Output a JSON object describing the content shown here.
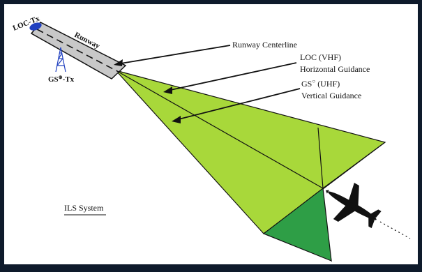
{
  "labels": {
    "loc_tx": "LOC-Tx",
    "runway": "Runway",
    "gs_tx": "GS",
    "gs_tx_sup": "⊕",
    "gs_tx_suffix": "-Tx",
    "runway_centerline": "Runway Centerline",
    "loc_line1": "LOC (VHF)",
    "loc_line2": "Horizontal Guidance",
    "gs_line1_a": "GS",
    "gs_line1_sup": "○",
    "gs_line1_b": " (UHF)",
    "gs_line2": "Vertical Guidance",
    "system": "ILS System"
  },
  "colors": {
    "frame_border": "#0e1a2b",
    "background": "#ffffff",
    "loc_green": "#2e9e46",
    "gs_lime": "#a8d83a",
    "runway_fill": "#c8c8c8",
    "tx_blue": "#1f3fbf",
    "aircraft": "#111111"
  }
}
